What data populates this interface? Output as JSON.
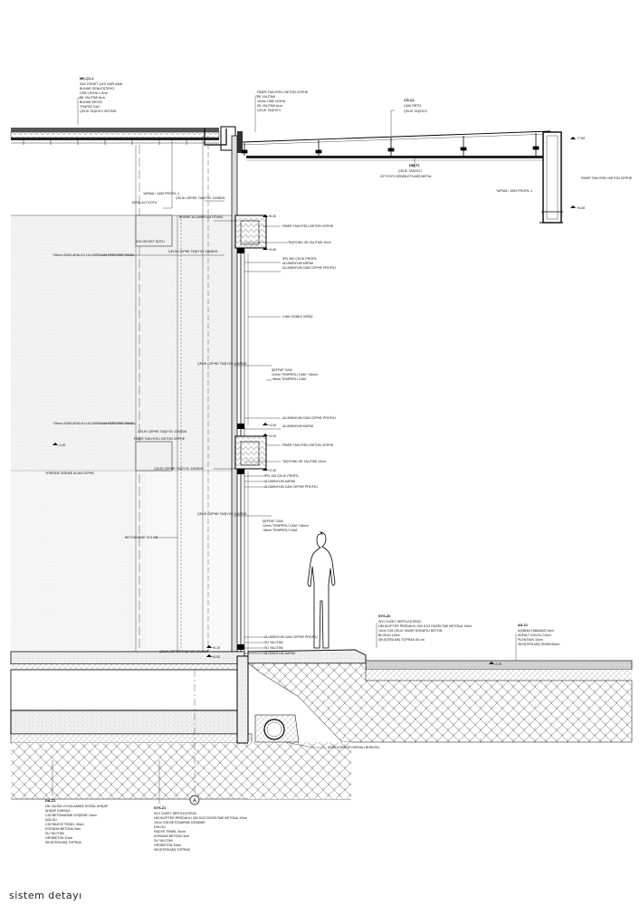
{
  "drawing_title": "sistem detayı",
  "grid_marker": "A",
  "levels": {
    "l1": "+7.80",
    "l2": "+6.80",
    "l3": "+6.40",
    "l4": "+5.90",
    "l5": "+4.00",
    "l6": "+3.20",
    "l7": "+2.40",
    "l8": "+0.10",
    "l9": "±0.00",
    "l10": "-0.25",
    "l11": "-1.00"
  },
  "roof_spec": {
    "title": "MK-Ç1-1",
    "lines": [
      "SAC KENET ÇATI KAPLAMA",
      "BUHAR GENLEŞTİRİCİ",
      "OSB LEVHA 1.5cm",
      "ISI YALITIMI 8cm",
      "BUHAR KESİCİ",
      "TRAPEZ SAC",
      "ÇELİK TAŞIYICI SİSTEM"
    ]
  },
  "parapet_spec": {
    "lines": [
      "FİBER TAKVİYELİ BETON CEPHE",
      "ISI YALITIMI",
      "10mm OSB LEVHA",
      "ISI YALITIMI 6cm",
      "ÇELİK TAŞIYICI"
    ]
  },
  "canopy_spec": {
    "title": "CÖ-Ç1",
    "lines": [
      "CAM ÖRTÜ",
      "ÇELİK TAŞIYICI"
    ]
  },
  "canopy_under": {
    "title": "DM-T1",
    "lines": [
      "ÇELİK TAŞIYICI",
      "20*70*0*3 GENİŞLETİLMİŞ METAL"
    ]
  },
  "canopy_side": [
    "YAPMA / 1000 PROFİL-1",
    "FİBER TAKVİYELİ BETON CEPHE"
  ],
  "labels": {
    "yapma": "YAPMA / 1000 PROFİL-1",
    "kiris": "KİRİŞ ALT KOTU",
    "celik_tasiyici_top": "ÇELİK CEPHE TAŞIYICI 120/80/5",
    "bukme": "BÜKME ALÜMİNYUM LEVHA",
    "fiber_top": "FİBER TAKVİYELİ BETON CEPHE",
    "kolon_ust": "KOLON ÜST KOTU",
    "tasyunu_top": "TAŞYÜNÜ ISI YALITIMI 10cm",
    "perfore_1": "*15mm ADIM ARALIKLI ALÜMİNYUM PERFORE PANEL",
    "celik_cephe_1": "ÇELİK CEPHE TAŞIYICI 120/80/5",
    "ipn_1": "IPN 300 ÇELİK PROFİL",
    "alu_kapak_1": "ALÜMİNYUM KAPAK",
    "alu_cam_1": "ALÜMİNYUM CAM CEPHE PROFİLİ",
    "cam_gonen": "CAM GÖNEÇ KİRİŞİ",
    "celik_cephe_2": "ÇELİK CEPHE TAŞIYICI 120/80/5",
    "seffaf_cam_1": [
      "ŞEFFAF CAM",
      "12mm TEMPERLİ CAM +16mm",
      "+8mm TEMPERLİ CAM"
    ],
    "perfore_2": "*15mm ADIM ARALIKLI ALÜMİNYUM PERFORE PANEL",
    "alu_cam_2": "ALÜMİNYUM CAM CEPHE PROFİLİ",
    "alu_kapak_2": "ALÜMİNYUM KAPAK",
    "fiber_mid": "FİBER TAKVİYELİ BETON CEPHE",
    "fiber_left": "FİBER TAKVİYELİ BETON CEPHE",
    "celik_cephe_3": "ÇELİK CEPHE TAŞIYICI 120/80/5",
    "tasyunu_mid": "TAŞYÜNÜ ISI YALITIMI 10cm",
    "yerinde": "YERİNDE DÖKME ALMA CEPHE",
    "celik_cephe_4": "ÇELİK CEPHE TAŞIYICI 120/80/5",
    "ipn_2": "IPN 100 ÇELİK PROFİL",
    "alu_kapak_3": "ALÜMİNYUM KAPAK",
    "alu_cam_3": "ALÜMİNYUM CAM CEPHE PROFİLİ",
    "celik_cephe_5": "ÇELİK CEPHE TAŞIYICI 120/80/5",
    "seffaf_cam_2": [
      "ŞEFFAF CAM",
      "12mm TEMPERLİ CAM +16mm",
      "+8mm TEMPERLİ CAM"
    ],
    "betonarme": "BETONARME KOLON",
    "alu_cam_4": "ALÜMİNYUM CAM CEPHE PROFİLİ",
    "su_yalitimi_1": "SU YALITIMI",
    "su_yalitimi_2": "SU YALITIMI",
    "alu_kapak_4": "ALÜMİNYUM KAPAK",
    "celik_cephe_6": "ÇELİK CEPHE TAŞIYICI 120/80/5",
    "drenaj": "Ø200 KORUGE DRENAJ BORUSU"
  },
  "sys_right": {
    "title": "SYS-Z2",
    "lines": [
      "SIVI YÜZEY SERTLEŞTİRİCİ",
      "HELİKOPTER PERDAHLI 300 DOZ DÜZELTME BETONU 10cm",
      "10cm C35 ÇELİK HASIR DONATILI BETON",
      "BLOKAJ 15cm",
      "SIKIŞTIRILMIŞ TOPRAK 60 cm"
    ]
  },
  "as_spec": {
    "title": "AS-Z1",
    "lines": [
      "AŞINMA TABAKASI 5cm",
      "ASFALT DOLGU 10cm",
      "PLENTMIX 10cm",
      "SIKIŞTIRILMIŞ ZEMİN 60cm"
    ]
  },
  "da_spec": {
    "title": "DA-Z1",
    "lines": [
      "ISIL İŞLEM UYGULANMIŞ DOĞAL AHŞAP",
      "AHŞAP KARKAS",
      "C30 BETONARME DÖŞEME 16cm",
      "DOLGU",
      "C30 RADYE TEMEL 40cm",
      "KORUMA BETONU 5cm",
      "SU YALITIMI",
      "GROBETON 10cm",
      "SIKIŞTIRILMIŞ TOPRAK"
    ]
  },
  "sys_bottom": {
    "title": "SYS-Z1",
    "lines": [
      "SIVI YÜZEY SERTLEŞTİRİCİ",
      "HELİKOPTER PERDAHLI 300 DOZ DÜZELTME BETONU 10cm",
      "10cm C35 BETONARME DÖŞEME",
      "DOLGU",
      "RADYE TEMEL 40cm",
      "KORUMA BETONU 5cm",
      "SU YALITIMI",
      "GROBETON 10cm",
      "SIKIŞTIRILMIŞ TOPRAK"
    ]
  }
}
